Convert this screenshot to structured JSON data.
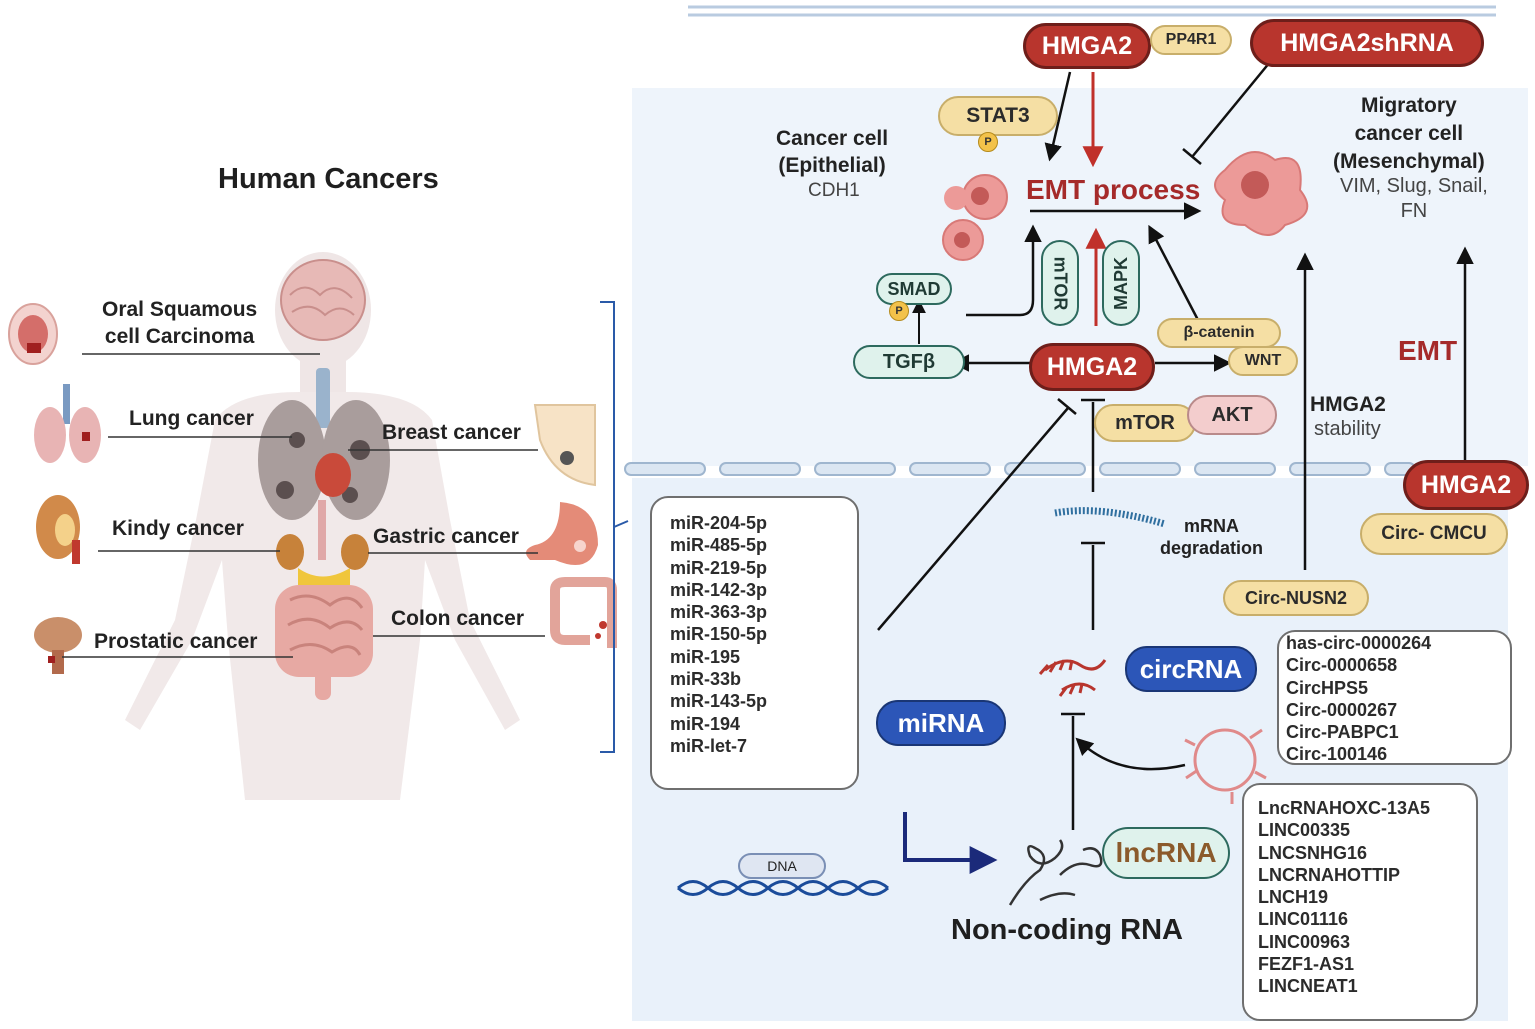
{
  "title": "Human Cancers",
  "cancers": {
    "oral": "Oral Squamous\ncell Carcinoma",
    "lung": "Lung cancer",
    "breast": "Breast cancer",
    "kidney": "Kindy cancer",
    "gastric": "Gastric cancer",
    "colon": "Colon cancer",
    "prostate": "Prostatic cancer"
  },
  "top": {
    "hmga2": "HMGA2",
    "pp4r1": "PP4R1",
    "hmga2shrna": "HMGA2shRNA",
    "stat3": "STAT3",
    "p": "P",
    "cancer_cell": "Cancer cell\n(Epithelial)",
    "cdh1": "CDH1",
    "emt_process": "EMT process",
    "migratory": "Migratory\ncancer cell\n(Mesenchymal)",
    "markers": "VIM, Slug, Snail,\nFN",
    "smad": "SMAD",
    "mtor_v": "mTOR",
    "mapk_v": "MAPK",
    "beta_catenin": "β-catenin",
    "tgfb": "TGFβ",
    "hmga2_center": "HMGA2",
    "wnt": "WNT",
    "mtor": "mTOR",
    "akt": "AKT",
    "hmga2_stability_1": "HMGA2",
    "hmga2_stability_2": "stability",
    "emt": "EMT",
    "hmga2_right": "HMGA2"
  },
  "bottom": {
    "mirnas": [
      "miR-204-5p",
      "miR-485-5p",
      "miR-219-5p",
      "miR-142-3p",
      "miR-363-3p",
      "miR-150-5p",
      "miR-195",
      "miR-33b",
      "miR-143-5p",
      "miR-194",
      "miR-let-7"
    ],
    "mrna_degradation": "mRNA\ndegradation",
    "circ_cmcu": "Circ- CMCU",
    "circ_nusn2": "Circ-NUSN2",
    "circrna": "circRNA",
    "mirna": "miRNA",
    "circ_list": [
      "has-circ-0000264",
      "Circ-0000658",
      "CircHPS5",
      "Circ-0000267",
      "Circ-PABPC1",
      "Circ-100146"
    ],
    "lncrna": "lncRNA",
    "lnc_list": [
      "LncRNAHOXC-13A5",
      "LINC00335",
      "LNCSNHG16",
      "LNCRNAHOTTIP",
      "LNCH19",
      "LINC01116",
      "LINC00963",
      "FEZF1-AS1",
      "LINCNEAT1"
    ],
    "dna": "DNA",
    "noncoding": "Non-coding RNA"
  },
  "colors": {
    "hmga2_red": "#b8352d",
    "emt_red": "#a52a2a",
    "inhibit_red": "#c0302a",
    "panel_blue": "#eef4fb",
    "navy": "#1b2a7a"
  },
  "icons": [
    "brain-icon",
    "mouth-icon",
    "lung-icon",
    "breast-icon",
    "kidney-icon",
    "stomach-icon",
    "colon-icon",
    "bladder-icon",
    "cell-icon",
    "dna-icon",
    "rna-icon"
  ]
}
